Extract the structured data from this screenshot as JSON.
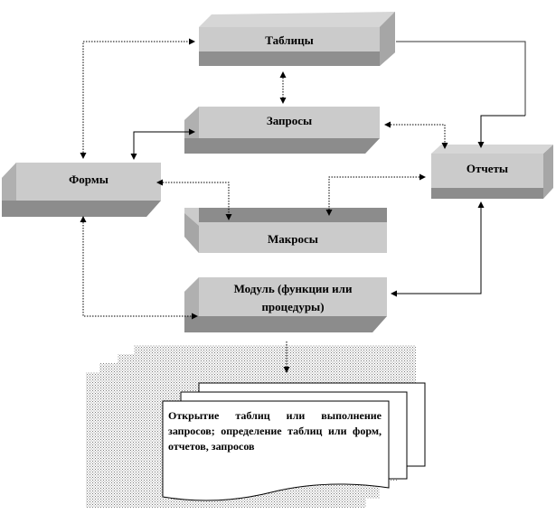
{
  "nodes": {
    "tables": "Таблицы",
    "queries": "Запросы",
    "forms": "Формы",
    "reports": "Отчеты",
    "macros": "Макросы",
    "module": "Модуль (функции или процедуры)"
  },
  "note": {
    "text": "Открытие таблиц или выполнение запросов; определение таблиц или форм, отчетов, запросов"
  },
  "colors": {
    "box_front": "#cbcbcb",
    "box_bottom": "#8c8c8c",
    "box_side": "#a6a6a6",
    "connector": "#000000"
  }
}
